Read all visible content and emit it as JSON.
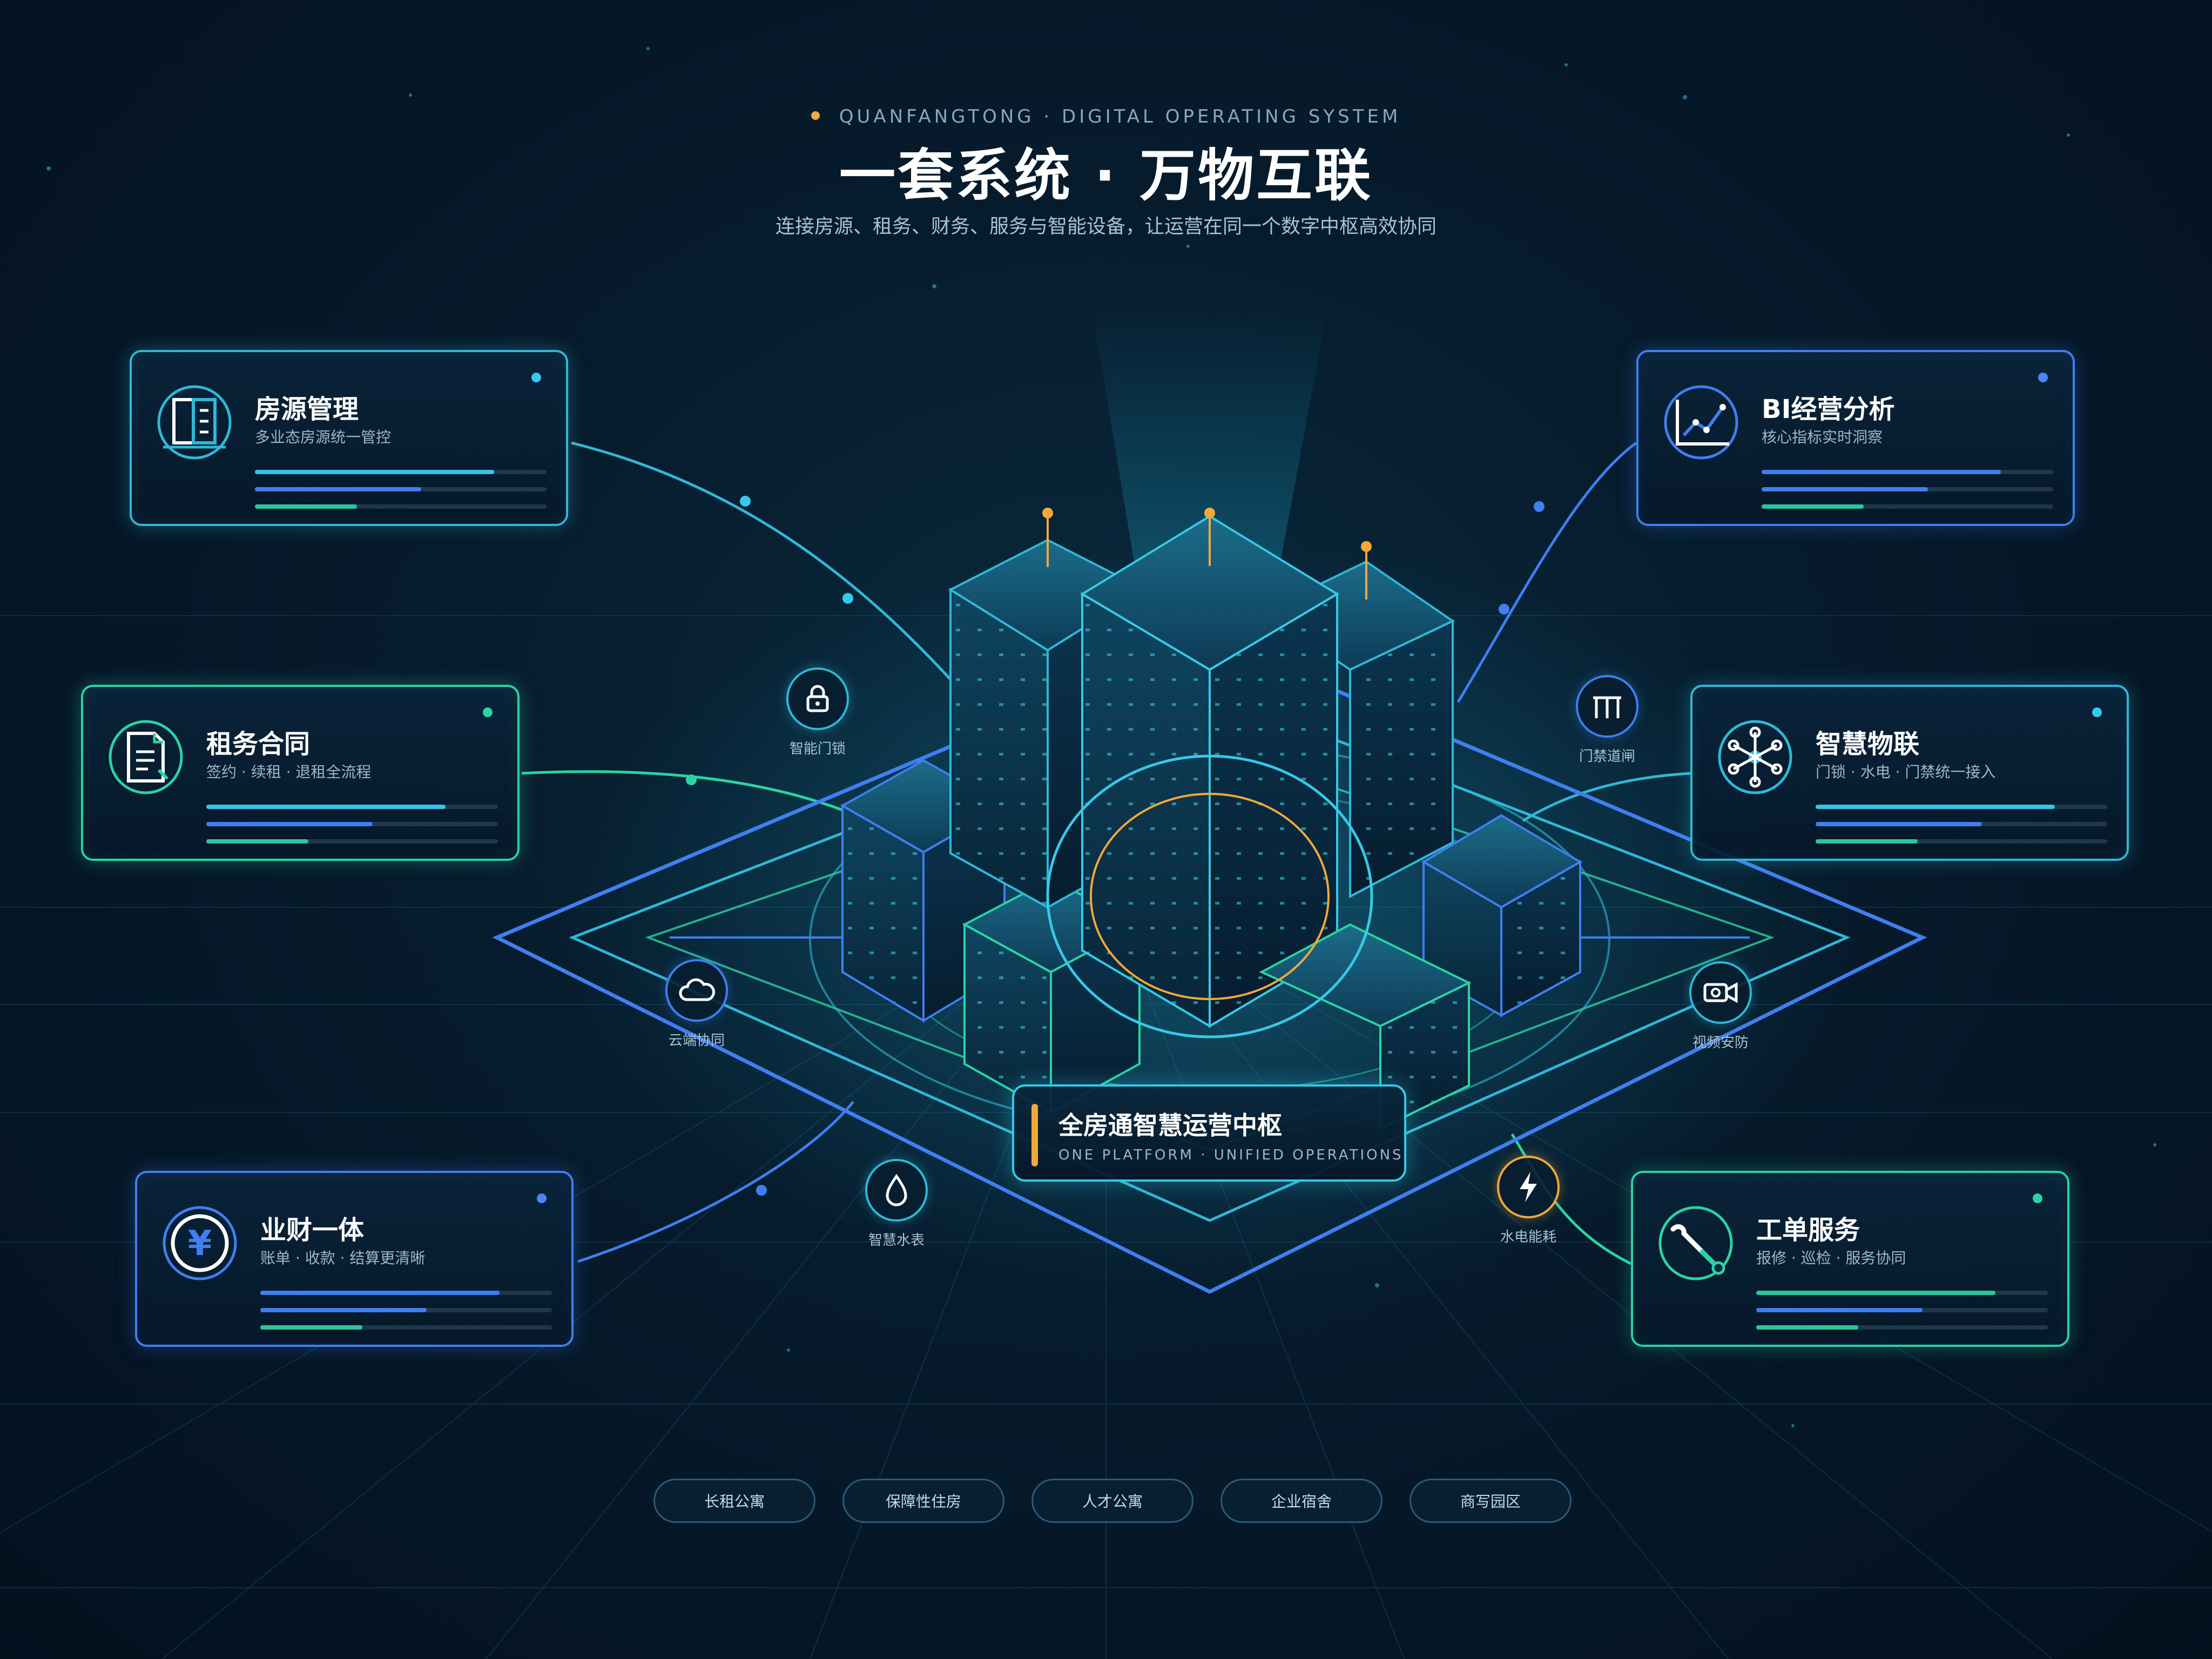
{
  "header": {
    "eyebrow": "QUANFANGTONG  ·  DIGITAL OPERATING SYSTEM",
    "title": "一套系统 · 万物互联",
    "subtitle": "连接房源、租务、财务、服务与智能设备，让运营在同一个数字中枢高效协同"
  },
  "cards": [
    {
      "title": "房源管理",
      "subtitle": "多业态房源统一管控",
      "accent": "#2fb8d6",
      "icon": "building-list-icon",
      "progress": [
        0.82,
        0.57,
        0.35
      ]
    },
    {
      "title": "租务合同",
      "subtitle": "签约 · 续租 · 退租全流程",
      "accent": "#2ad3a3",
      "icon": "contract-document-icon",
      "progress": [
        0.82,
        0.57,
        0.35
      ]
    },
    {
      "title": "业财一体",
      "subtitle": "账单 · 收款 · 结算更清晰",
      "accent": "#3f7ff0",
      "icon": "yuan-coin-icon",
      "progress": [
        0.82,
        0.57,
        0.35
      ]
    },
    {
      "title": "BI经营分析",
      "subtitle": "核心指标实时洞察",
      "accent": "#3f7ff0",
      "icon": "line-chart-icon",
      "progress": [
        0.82,
        0.57,
        0.35
      ]
    },
    {
      "title": "智慧物联",
      "subtitle": "门锁 · 水电 · 门禁统一接入",
      "accent": "#2fb8d6",
      "icon": "network-hub-icon",
      "progress": [
        0.82,
        0.57,
        0.35
      ]
    },
    {
      "title": "工单服务",
      "subtitle": "报修 · 巡检 · 服务协同",
      "accent": "#2ad3a3",
      "icon": "wrench-icon",
      "progress": [
        0.82,
        0.57,
        0.35
      ]
    }
  ],
  "devices": [
    {
      "label": "智能门锁",
      "icon": "lock-icon"
    },
    {
      "label": "门禁道闸",
      "icon": "gate-icon"
    },
    {
      "label": "云端协同",
      "icon": "cloud-icon"
    },
    {
      "label": "视频安防",
      "icon": "camera-icon"
    },
    {
      "label": "智慧水表",
      "icon": "water-drop-icon"
    },
    {
      "label": "水电能耗",
      "icon": "lightning-icon"
    }
  ],
  "hub": {
    "title": "全房通智慧运营中枢",
    "subtitle": "ONE PLATFORM  ·  UNIFIED OPERATIONS"
  },
  "scenarios": [
    "长租公寓",
    "保障性住房",
    "人才公寓",
    "企业宿舍",
    "商写园区"
  ],
  "colors": {
    "background": "#061b2c",
    "cyan": "#2fb8d6",
    "blue": "#3f7ff0",
    "green": "#2ad3a3",
    "orange": "#f2a93b"
  }
}
